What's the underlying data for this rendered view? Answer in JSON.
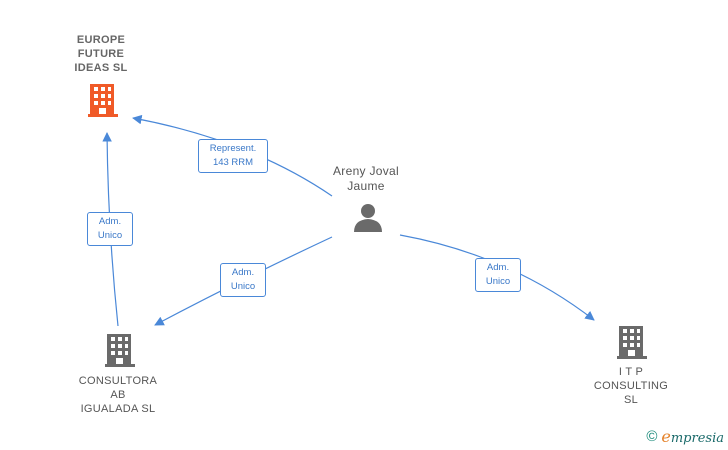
{
  "nodes": {
    "europe": {
      "label": "EUROPE\nFUTURE\nIDEAS  SL",
      "icon": "building-icon",
      "color": "#f05a28"
    },
    "person": {
      "label": "Areny Joval\nJaume",
      "icon": "person-icon",
      "color": "#6a6a6a"
    },
    "consultora": {
      "label": "CONSULTORA\nAB\nIGUALADA SL",
      "icon": "building-icon",
      "color": "#6a6a6a"
    },
    "itp": {
      "label": "I T P\nCONSULTING\nSL",
      "icon": "building-icon",
      "color": "#6a6a6a"
    }
  },
  "edges": {
    "person_europe": "Represent.\n143 RRM",
    "consultora_europe": "Adm.\nUnico",
    "person_consultora": "Adm.\nUnico",
    "person_itp": "Adm.\nUnico"
  },
  "colors": {
    "edge": "#4a88d8"
  },
  "footer": {
    "copyright": "©",
    "brand_initial": "e",
    "brand_rest": "mpresia"
  }
}
